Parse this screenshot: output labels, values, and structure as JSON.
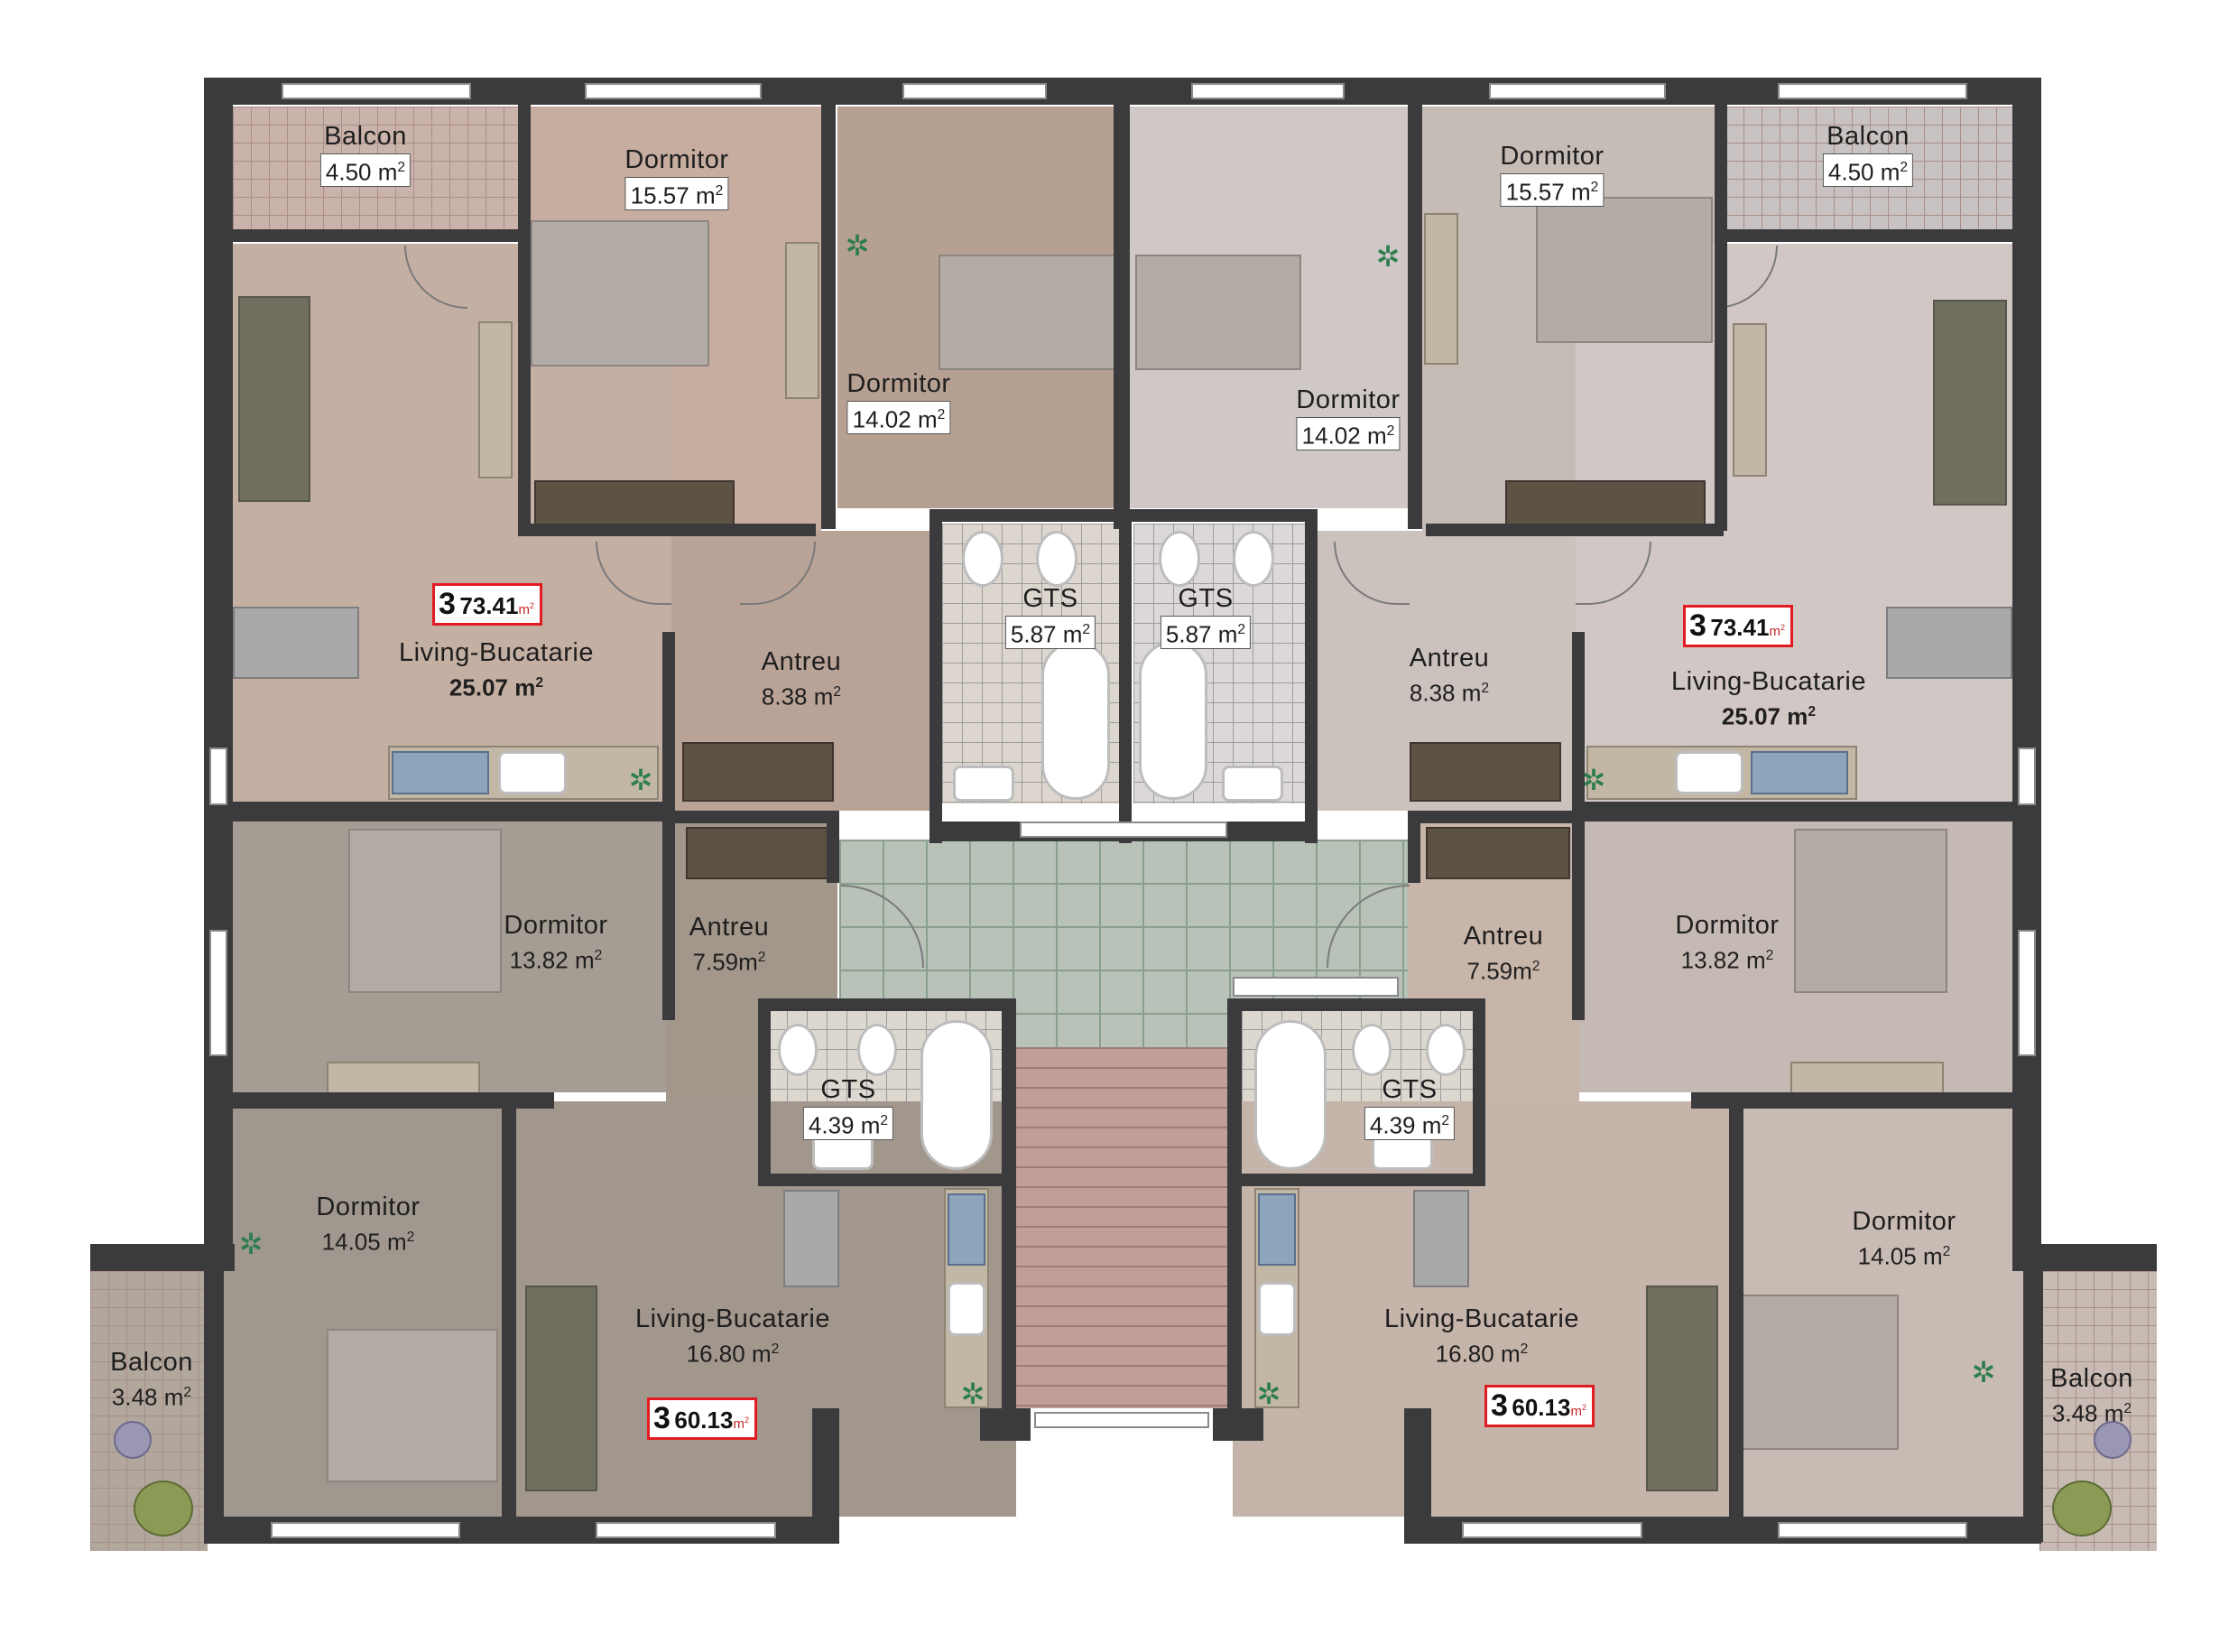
{
  "plan": {
    "area_unit": "m",
    "area_exp": "2",
    "rooms": [
      {
        "id": "balcon-tl",
        "name": "Balcon",
        "area": "4.50"
      },
      {
        "id": "dormitor-tl",
        "name": "Dormitor",
        "area": "15.57"
      },
      {
        "id": "dormitor-tc1",
        "name": "Dormitor",
        "area": "14.02"
      },
      {
        "id": "dormitor-tc2",
        "name": "Dormitor",
        "area": "14.02"
      },
      {
        "id": "dormitor-tr",
        "name": "Dormitor",
        "area": "15.57"
      },
      {
        "id": "balcon-tr",
        "name": "Balcon",
        "area": "4.50"
      },
      {
        "id": "living-tl",
        "name": "Living-Bucatarie",
        "area": "25.07"
      },
      {
        "id": "antreu-tl",
        "name": "Antreu",
        "area": "8.38"
      },
      {
        "id": "gts-tl",
        "name": "GTS",
        "area": "5.87"
      },
      {
        "id": "gts-tr",
        "name": "GTS",
        "area": "5.87"
      },
      {
        "id": "antreu-tr",
        "name": "Antreu",
        "area": "8.38"
      },
      {
        "id": "living-tr",
        "name": "Living-Bucatarie",
        "area": "25.07"
      },
      {
        "id": "dormitor-ml",
        "name": "Dormitor",
        "area": "13.82"
      },
      {
        "id": "antreu-ml",
        "name": "Antreu",
        "area": "7.59"
      },
      {
        "id": "antreu-mr",
        "name": "Antreu",
        "area": "7.59"
      },
      {
        "id": "dormitor-mr",
        "name": "Dormitor",
        "area": "13.82"
      },
      {
        "id": "gts-bl",
        "name": "GTS",
        "area": "4.39"
      },
      {
        "id": "gts-br",
        "name": "GTS",
        "area": "4.39"
      },
      {
        "id": "dormitor-bl",
        "name": "Dormitor",
        "area": "14.05"
      },
      {
        "id": "living-bl",
        "name": "Living-Bucatarie",
        "area": "16.80"
      },
      {
        "id": "living-br",
        "name": "Living-Bucatarie",
        "area": "16.80"
      },
      {
        "id": "dormitor-br",
        "name": "Dormitor",
        "area": "14.05"
      },
      {
        "id": "balcon-bl",
        "name": "Balcon",
        "area": "3.48"
      },
      {
        "id": "balcon-br",
        "name": "Balcon",
        "area": "3.48"
      }
    ],
    "units": [
      {
        "id": "unit-tl",
        "type": "3",
        "area": "73.41",
        "unit": "m"
      },
      {
        "id": "unit-tr",
        "type": "3",
        "area": "73.41",
        "unit": "m"
      },
      {
        "id": "unit-bl",
        "type": "3",
        "area": "60.13",
        "unit": "m"
      },
      {
        "id": "unit-br",
        "type": "3",
        "area": "60.13",
        "unit": "m"
      }
    ],
    "colors": {
      "wall": "#3b3b3d",
      "floor_beige": "#c4b0a2",
      "floor_grey": "#a59d93",
      "floor_light": "#cfc7c5",
      "stair_hall": "#b8c2b8",
      "stairs": "#c29e98",
      "unit_border": "#e21b22"
    }
  }
}
